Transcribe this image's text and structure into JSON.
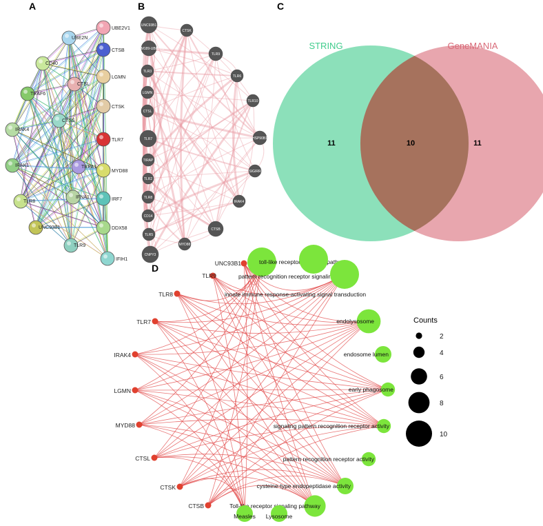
{
  "panels": {
    "a": {
      "letter": "A"
    },
    "b": {
      "letter": "B"
    },
    "c": {
      "letter": "C"
    },
    "d": {
      "letter": "D"
    }
  },
  "string_network": {
    "nodes": [
      {
        "label": "UBE2V1",
        "color": "#f2a6b4"
      },
      {
        "label": "UBE2N",
        "color": "#a9d6ee"
      },
      {
        "label": "CTSB",
        "color": "#4b5fd0"
      },
      {
        "label": "CD40",
        "color": "#c9e89c"
      },
      {
        "label": "LGMN",
        "color": "#e8cfa0"
      },
      {
        "label": "CTSL",
        "color": "#e8b0b0"
      },
      {
        "label": "TRAF6",
        "color": "#86c96a"
      },
      {
        "label": "CTSK",
        "color": "#e2cba6"
      },
      {
        "label": "CTSS",
        "color": "#9ad9c9"
      },
      {
        "label": "IRAK4",
        "color": "#b6dca4"
      },
      {
        "label": "TLR7",
        "color": "#d83535"
      },
      {
        "label": "IRAK1",
        "color": "#92cf86"
      },
      {
        "label": "TRPA1",
        "color": "#a99ae0"
      },
      {
        "label": "MYD88",
        "color": "#d8dc6c"
      },
      {
        "label": "IFNA1",
        "color": "#b8d4a4"
      },
      {
        "label": "IRF7",
        "color": "#5ec3b8"
      },
      {
        "label": "TLR8",
        "color": "#c7e28d"
      },
      {
        "label": "UNC93B1",
        "color": "#c2c458"
      },
      {
        "label": "DDX58",
        "color": "#a8d98c"
      },
      {
        "label": "TLR9",
        "color": "#8fd0c0"
      },
      {
        "label": "IFIH1",
        "color": "#8fd6d0"
      }
    ]
  },
  "genemania_network": {
    "left": [
      "UNC93B1",
      "TMEM189-UBE2V1",
      "TLR3",
      "LGMN",
      "CTSL",
      "TLR7",
      "TIRAP",
      "TLR2",
      "TLR8",
      "CD14",
      "TLR5",
      "CNPY3"
    ],
    "right": [
      "CTSK",
      "TLR9",
      "TLR6",
      "TLR10",
      "HSP90B1",
      "SIGIRR",
      "IRAK4",
      "CTSB",
      "MYD88"
    ]
  },
  "venn": {
    "left_label": "STRING",
    "right_label": "GeneMANIA",
    "left_only": "11",
    "overlap": "10",
    "right_only": "11",
    "colors": {
      "left": "#3fcc8c",
      "right": "#d86a78",
      "overlap": "#a6725d"
    }
  },
  "enrichment": {
    "genes": [
      "UNC93B1",
      "TLR9",
      "TLR8",
      "TLR7",
      "IRAK4",
      "LGMN",
      "MYD88",
      "CTSL",
      "CTSK",
      "CTSB"
    ],
    "terms": [
      {
        "label": "toll-like receptor signaling pathway",
        "count": 10
      },
      {
        "label": "pattern recognition receptor signaling pathway",
        "count": 10
      },
      {
        "label": "innate immune response-activating signal transduction",
        "count": 10
      },
      {
        "label": "endolysosome",
        "count": 8
      },
      {
        "label": "endosome lumen",
        "count": 5
      },
      {
        "label": "early phagosome",
        "count": 4
      },
      {
        "label": "signaling pattern recognition receptor activity",
        "count": 4
      },
      {
        "label": "pattern recognition receptor activity",
        "count": 4
      },
      {
        "label": "cysteine-type endopeptidase activity",
        "count": 5
      },
      {
        "label": "Toll-like receptor signaling pathway",
        "count": 7
      },
      {
        "label": "Lysosome",
        "count": 5
      },
      {
        "label": "Measles",
        "count": 5
      }
    ],
    "legend": {
      "title": "Counts",
      "levels": [
        {
          "label": "2",
          "count": 2
        },
        {
          "label": "4",
          "count": 4
        },
        {
          "label": "6",
          "count": 6
        },
        {
          "label": "8",
          "count": 8
        },
        {
          "label": "10",
          "count": 10
        }
      ]
    },
    "colors": {
      "gene": "#e0412f",
      "term": "#7ce53c",
      "edge": "#e03a3a"
    }
  }
}
